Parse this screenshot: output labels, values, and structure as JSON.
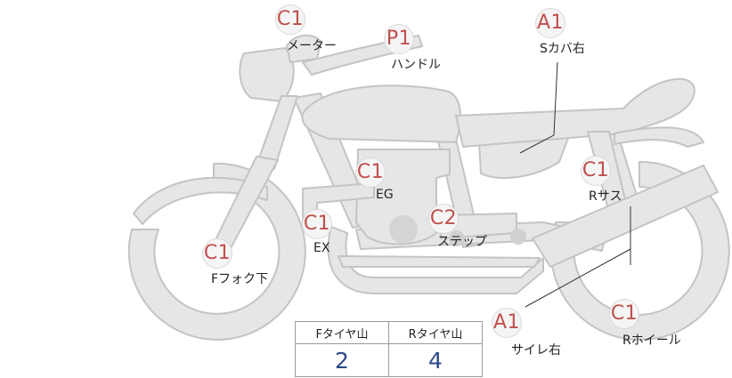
{
  "colors": {
    "body_fill": "#e6e6e6",
    "body_stroke": "#c4c4c4",
    "grade_text": "#c0504d",
    "value_text": "#2a4a8a"
  },
  "parts": [
    {
      "grade": "C1",
      "label": "メーター"
    },
    {
      "grade": "P1",
      "label": "ハンドル"
    },
    {
      "grade": "A1",
      "label": "Sカバ右"
    },
    {
      "grade": "C1",
      "label": "EG"
    },
    {
      "grade": "C1",
      "label": "Rサス"
    },
    {
      "grade": "C1",
      "label": "EX"
    },
    {
      "grade": "C2",
      "label": "ステップ"
    },
    {
      "grade": "C1",
      "label": "Fフォク下"
    },
    {
      "grade": "A1",
      "label": "サイレ右"
    },
    {
      "grade": "C1",
      "label": "Rホイール"
    }
  ],
  "tire_table": {
    "headers": [
      "Fタイヤ山",
      "Rタイヤ山"
    ],
    "values": [
      "2",
      "4"
    ]
  }
}
